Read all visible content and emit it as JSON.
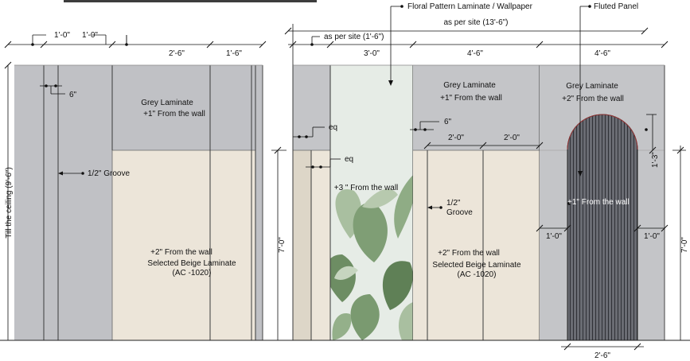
{
  "colors": {
    "grey_laminate": "#c4c5c8",
    "grey_laminate_dark": "#b1b3b7",
    "beige_laminate": "#ece5d9",
    "floral_base": "#e6ece6",
    "leaf_dark": "#6d8d63",
    "leaf_light": "#a9bfa0",
    "fluted": "#5d5f66",
    "line": "#111111"
  },
  "left_elevation": {
    "top_dims": [
      "1'-0\"",
      "1'-0\"",
      "2'-6\"",
      "1'-6\""
    ],
    "height_label": "Till the ceiling (9'-6\")",
    "left_height_dim": "7'-0\"",
    "groove_spacing": "6\"",
    "groove_label": "1/2\" Groove",
    "grey_label_1": "Grey Laminate",
    "grey_label_2": "+1\" From the wall",
    "beige_label_1": "+2\" From the wall",
    "beige_label_2": "Selected Beige Laminate",
    "beige_label_3": "(AC -1020)"
  },
  "right_elevation": {
    "floral_callout": "Floral Pattern Laminate / Wallpaper",
    "fluted_callout": "Fluted Panel",
    "overall_dim": "as per site (13'-6\")",
    "sub_dim": "as per site (1'-6\")",
    "top_dims": [
      "3'-0\"",
      "4'-6\"",
      "4'-6\""
    ],
    "eq_1": "eq",
    "eq_2": "eq",
    "floral_label": "+3 \" From the wall",
    "groove_spacing": "6\"",
    "panel_dims": [
      "2'-0\"",
      "2'-0\""
    ],
    "groove_label_1": "1/2\"",
    "groove_label_2": "Groove",
    "mid_grey_label_1": "Grey Laminate",
    "mid_grey_label_2": "+1\" From the wall",
    "mid_beige_1": "+2\" From the wall",
    "mid_beige_2": "Selected Beige Laminate",
    "mid_beige_3": "(AC -1020)",
    "right_grey_label_1": "Grey Laminate",
    "right_grey_label_2": "+2\" From the wall",
    "fluted_label": "+1\" From the wall",
    "arch_height": "1'-3\"",
    "side_dim_left": "1'-0\"",
    "side_dim_right": "1'-0\"",
    "bottom_dim": "2'-6\"",
    "right_height_dim": "7'-0\""
  }
}
